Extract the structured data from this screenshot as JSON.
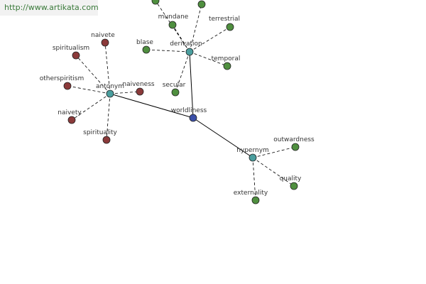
{
  "watermark": "http://www.artikata.com",
  "colors": {
    "root": "#3b4fa8",
    "relation": "#4a9e9e",
    "antonym_leaf": "#8b3a3a",
    "derivation_leaf": "#4f8f3f",
    "hypernym_leaf": "#4f8f3f",
    "edge": "#000000"
  },
  "graph": {
    "root": {
      "label": "worldliness"
    },
    "relations": [
      {
        "id": "antonym",
        "label": "antonym",
        "leaves": [
          {
            "id": "naivete",
            "label": "naivete"
          },
          {
            "id": "spiritualism",
            "label": "spiritualism"
          },
          {
            "id": "otherspiritism",
            "label": "otherspiritism"
          },
          {
            "id": "naivety",
            "label": "naivety"
          },
          {
            "id": "spirituality",
            "label": "spirituality"
          },
          {
            "id": "naiveness",
            "label": "naiveness"
          }
        ]
      },
      {
        "id": "derivation",
        "label": "derivation",
        "leaves": [
          {
            "id": "offscreen-a",
            "label": ""
          },
          {
            "id": "offscreen-b",
            "label": ""
          },
          {
            "id": "mundane",
            "label": "mundane"
          },
          {
            "id": "terrestrial",
            "label": "terrestrial"
          },
          {
            "id": "blase",
            "label": "blase"
          },
          {
            "id": "temporal",
            "label": "temporal"
          },
          {
            "id": "secular",
            "label": "secular"
          }
        ]
      },
      {
        "id": "hypernym",
        "label": "hypernym",
        "leaves": [
          {
            "id": "outwardness",
            "label": "outwardness"
          },
          {
            "id": "quality",
            "label": "quality"
          },
          {
            "id": "externality",
            "label": "externality"
          }
        ]
      }
    ]
  }
}
